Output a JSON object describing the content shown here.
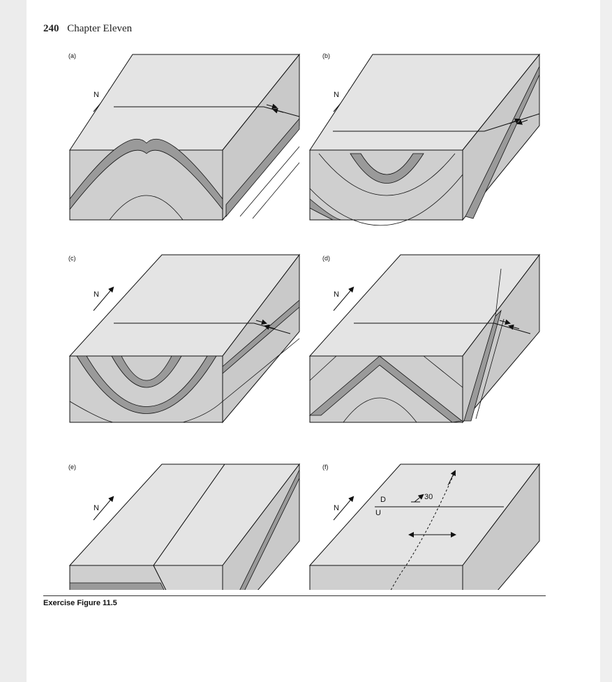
{
  "header": {
    "page_number": "240",
    "chapter": "Chapter Eleven"
  },
  "panels": [
    {
      "label": "(a)",
      "north": "N"
    },
    {
      "label": "(b)",
      "north": "N"
    },
    {
      "label": "(c)",
      "north": "N"
    },
    {
      "label": "(d)",
      "north": "N"
    },
    {
      "label": "(e)",
      "north": "N"
    },
    {
      "label": "(f)",
      "north": "N",
      "down_label": "D",
      "up_label": "U",
      "dip_value": "30"
    }
  ],
  "caption": "Exercise Figure 11.5",
  "colors": {
    "top": "#e4e4e4",
    "side": "#c9c9c9",
    "front": "#cfcfcf",
    "layer": "#9a9a9a",
    "line": "#111111"
  }
}
